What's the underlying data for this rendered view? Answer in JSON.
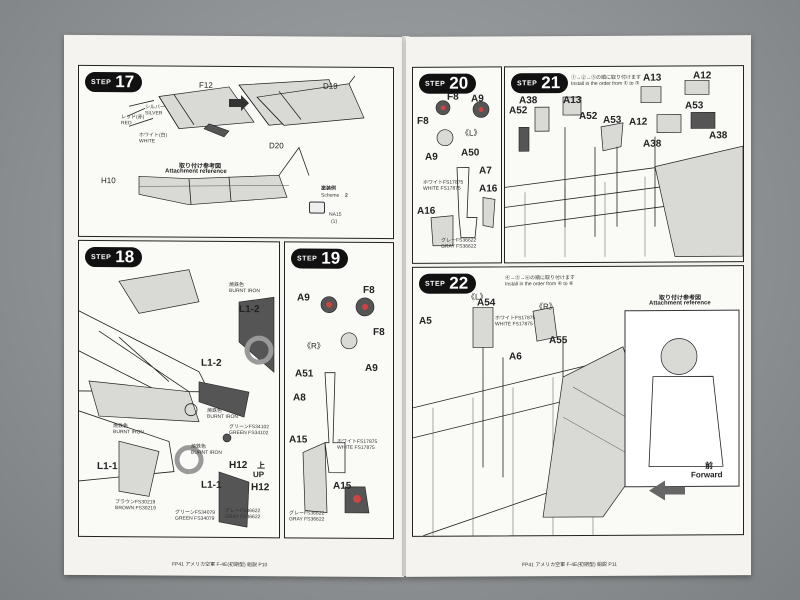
{
  "left_page": {
    "step17": {
      "step": "STEP",
      "number": "17",
      "silver": "シルバー\nSILVER",
      "red": "レッド(赤)\nRED",
      "white": "ホワイト(白)\nWHITE",
      "f12": "F12",
      "h10": "H10",
      "d19": "D19",
      "d20": "D20",
      "attach_jp": "取り付け参考図",
      "attach_en": "Attachment reference",
      "schema": "塗装例",
      "schema_en": "Scheme",
      "schema_num": "2",
      "na15": "NA15",
      "na15_sub": "(1)"
    },
    "step18": {
      "step": "STEP",
      "number": "18",
      "l12_top": "L1-2",
      "l12_mid": "L1-2",
      "l11": "L1-1",
      "l11b": "L1-1",
      "h12": "H12",
      "h12b": "H12",
      "up_jp": "上",
      "up_en": "UP",
      "burnt1": "焼鉄色\nBURNT IRON",
      "burnt2": "焼鉄色\nBURNT IRON",
      "burnt3": "焼鉄色\nBURNT IRON",
      "burnt4": "焼鉄色\nBURNT IRON",
      "green1": "グリーンFS34102\nGREEN FS34102",
      "brown": "ブラウンFS30219\nBROWN FS30219",
      "green2": "グリーンFS34079\nGREEN FS34079",
      "gray": "グレーFS36622\nGRAY FS36622"
    },
    "step19": {
      "step": "STEP",
      "number": "19",
      "a9": "A9",
      "a9b": "A9",
      "f8": "F8",
      "f8b": "F8",
      "r": "《R》",
      "a51": "A51",
      "a8": "A8",
      "a15": "A15",
      "a15b": "A15",
      "white": "ホワイトFS17875\nWHITE FS17875",
      "gray": "グレーFS36622\nGRAY FS36622"
    },
    "footer": "FP41 アメリカ空軍 F-4E(初期型) 組説 P10"
  },
  "right_page": {
    "step20": {
      "step": "STEP",
      "number": "20",
      "f8": "F8",
      "f8b": "F8",
      "a9": "A9",
      "a9b": "A9",
      "l": "《L》",
      "a50": "A50",
      "a7": "A7",
      "a16": "A16",
      "a16b": "A16",
      "white": "ホワイトFS17875\nWHITE FS17875",
      "gray": "グレーFS36622\nGRAY FS36622"
    },
    "step21": {
      "step": "STEP",
      "number": "21",
      "order": "①→②→③の順に取り付けます\nInstall in the order from ① to ③",
      "a38": "A38",
      "a13": "A13",
      "a52": "A52",
      "a52b": "A52",
      "a53": "A53",
      "a53b": "A53",
      "a12": "A12",
      "a12b": "A12",
      "a13b": "A13",
      "a38b": "A38",
      "a38c": "A38"
    },
    "step22": {
      "step": "STEP",
      "number": "22",
      "order": "④→⑤→⑥の順に取り付けます\nInstall in the order from ④ to ⑥",
      "l": "《L》",
      "r": "《R》",
      "a5": "A5",
      "a54": "A54",
      "a6": "A6",
      "a55": "A55",
      "white": "ホワイトFS17875\nWHITE FS17875",
      "attach_jp": "取り付け参考図",
      "attach_en": "Attachment reference",
      "forward_jp": "前",
      "forward_en": "Forward"
    },
    "footer": "FP41 アメリカ空軍 F-4E(初期型) 組説 P11"
  }
}
